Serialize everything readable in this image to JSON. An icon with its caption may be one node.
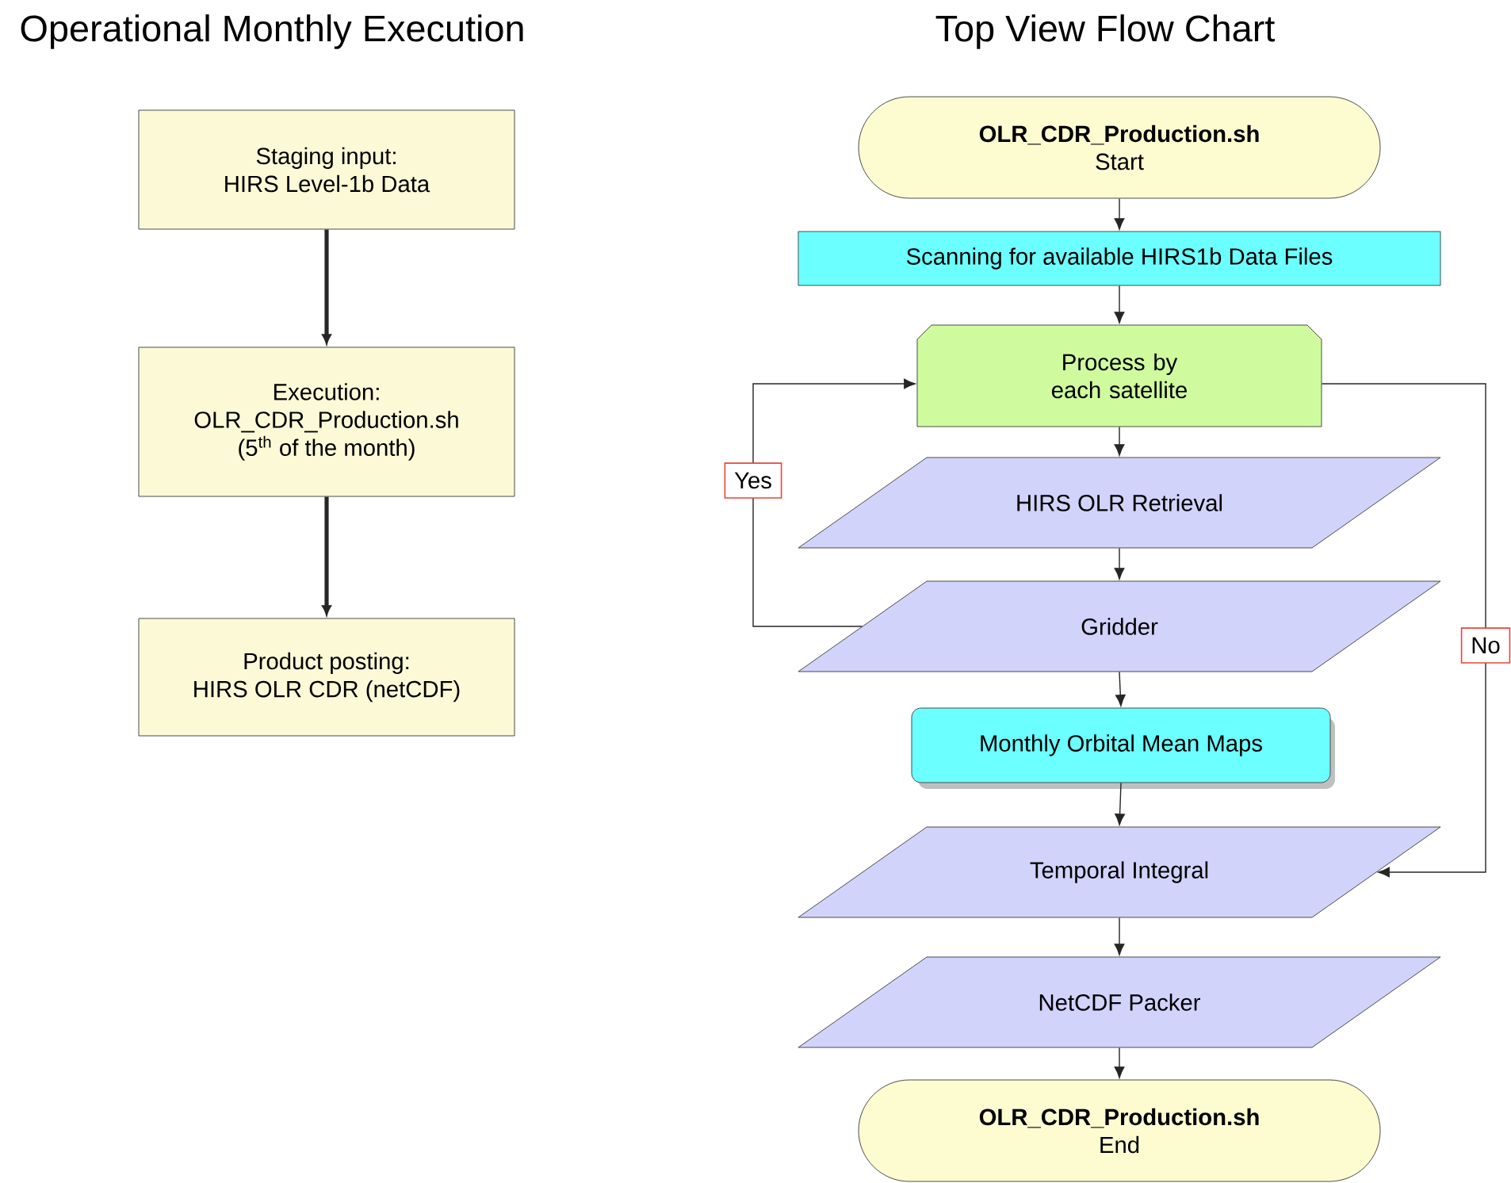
{
  "diagram": {
    "nodes": [
      {
        "text": [
          "Staging input:",
          "HIRS Level-1b Data"
        ]
      },
      {
        "text": [
          "Execution:",
          "OLR_CDR_Production.sh",
          "(5$^{th}$ of the month)"
        ]
      },
      {
        "text": [
          "Product posting:",
          "HIRS OLR CDR (netCDF)"
        ]
      },
      {
        "text": [
          "OLR_CDR_Production.sh",
          "Start"
        ]
      },
      {
        "text": [
          "Scanning for available HIRS1b Data Files"
        ]
      },
      {
        "text": [
          "Process by each satellite"
        ]
      },
      {
        "text": [
          "HIRS OLR Retrieval"
        ]
      },
      {
        "text": [
          "Gridder"
        ]
      },
      {
        "text": [
          "Monthly Orbital Mean Maps"
        ]
      },
      {
        "text": [
          "Temporal Integral"
        ]
      },
      {
        "text": [
          "NetCDF Packer"
        ]
      },
      {
        "text": [
          "OLR_CDR_Production.sh",
          "End"
        ]
      }
    ],
    "edges": [
      {
        "from": 0,
        "to": 1,
        "arrow": "to",
        "style": "thick"
      },
      {
        "from": 1,
        "to": 2,
        "arrow": "to",
        "style": "thick"
      },
      {
        "from": 3,
        "to": 4,
        "arrow": "to"
      },
      {
        "from": 4,
        "to": 5,
        "arrow": "to"
      },
      {
        "from": 5,
        "to": 6,
        "arrow": "to"
      },
      {
        "from": 6,
        "to": 7,
        "arrow": "to"
      },
      {
        "from": 7,
        "to": 8,
        "arrow": "to"
      },
      {
        "from": 8,
        "to": 9,
        "arrow": "to"
      },
      {
        "from": 9,
        "to": 10,
        "arrow": "to"
      },
      {
        "from": 10,
        "to": 11,
        "arrow": "to"
      },
      {
        "from": 7,
        "to": 5,
        "arrow": "to",
        "label": "Yes"
      },
      {
        "from": 5,
        "to": 9,
        "arrow": "to",
        "label": "No"
      }
    ],
    "labels": [
      "Operational Monthly Execution",
      "Top View Flow Chart"
    ]
  }
}
